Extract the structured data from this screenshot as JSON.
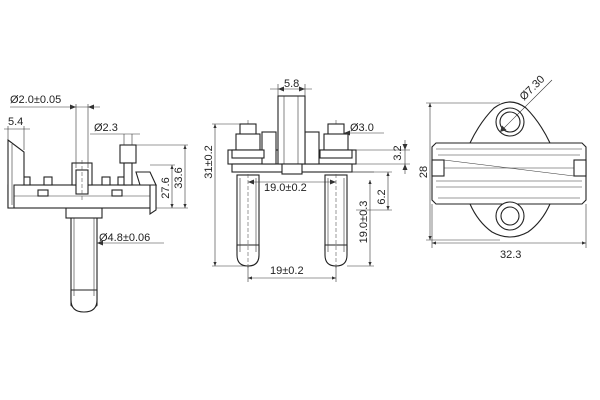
{
  "drawing": {
    "side_view": {
      "dimensions": {
        "pin_tip_diameter": "Ø2.0±0.05",
        "flange_width": "5.4",
        "stud_diameter": "Ø2.3",
        "height_small": "27.6",
        "height_total": "33.6",
        "pin_diameter": "Ø4.8±0.06"
      }
    },
    "front_view": {
      "dimensions": {
        "center_width": "5.8",
        "collar_diameter": "Ø3.0",
        "total_height": "31±0.2",
        "head_height": "3.2",
        "pin_spacing_top": "19.0±0.2",
        "flange_offset": "6.2",
        "pin_length": "19.0±0.3",
        "pin_spacing_bottom": "19±0.2"
      }
    },
    "top_view": {
      "dimensions": {
        "hole_diameter": "Ø7.30",
        "height": "28",
        "width": "32.3"
      }
    }
  }
}
